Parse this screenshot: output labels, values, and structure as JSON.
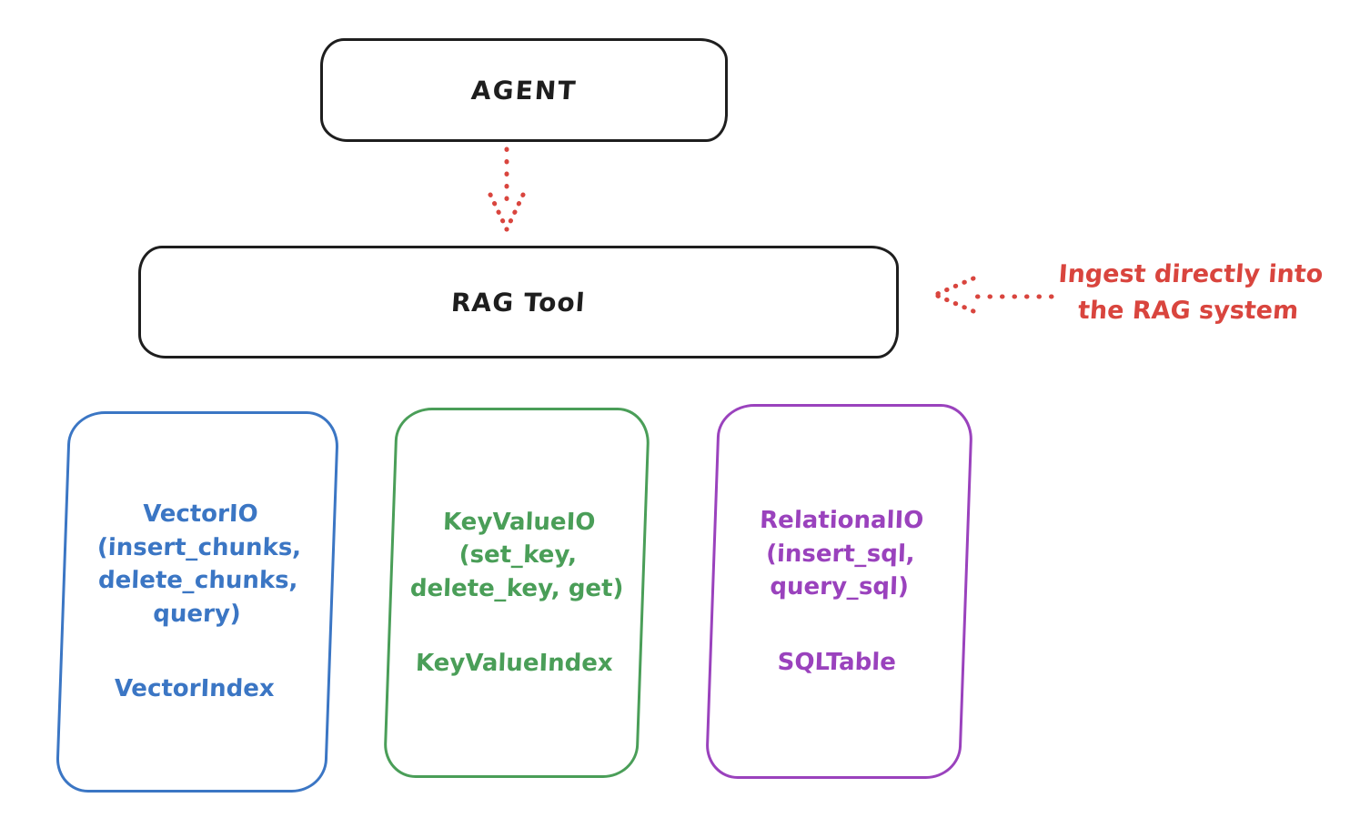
{
  "diagram": {
    "agent_box": {
      "label": "AGENT"
    },
    "rag_tool_box": {
      "label": "RAG Tool"
    },
    "annotation": {
      "line1": "Ingest directly into",
      "line2": "the RAG system"
    },
    "storage_boxes": [
      {
        "name": "vector-io",
        "lines": [
          "VectorIO",
          "(insert_chunks,",
          "delete_chunks,",
          "query)"
        ],
        "index_label": "VectorIndex",
        "color": "#3b76c4"
      },
      {
        "name": "keyvalue-io",
        "lines": [
          "KeyValueIO",
          "(set_key,",
          "delete_key, get)"
        ],
        "index_label": "KeyValueIndex",
        "color": "#4a9e58"
      },
      {
        "name": "relational-io",
        "lines": [
          "RelationalIO",
          "(insert_sql,",
          "query_sql)"
        ],
        "index_label": "SQLTable",
        "color": "#9a42bd"
      }
    ],
    "colors": {
      "ink": "#1e1e1e",
      "red": "#d9453e",
      "blue": "#3b76c4",
      "green": "#4a9e58",
      "purple": "#9a42bd",
      "background": "#ffffff"
    }
  }
}
